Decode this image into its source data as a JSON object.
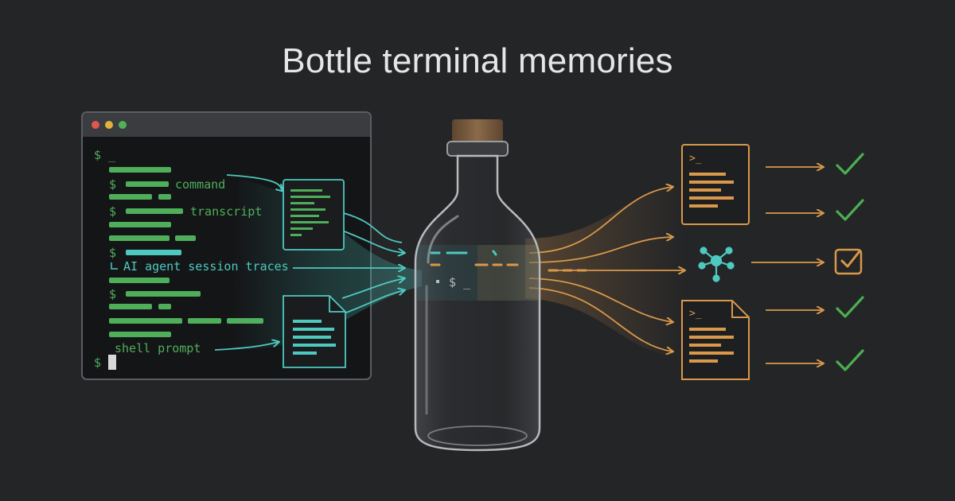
{
  "header": {
    "title": "Bottle terminal memories"
  },
  "terminal": {
    "prompt_symbol": "$",
    "cursor_line": "$ _",
    "labels": {
      "command": "command",
      "transcript": "transcript",
      "traces": "AI agent session traces",
      "shell": "shell prompt"
    }
  },
  "bottle": {
    "inner_prompt": "$ _"
  },
  "outputs": {
    "doc_prompt": ">_"
  },
  "colors": {
    "background": "#242527",
    "terminal_green": "#4fae5a",
    "teal": "#4ec9c0",
    "orange": "#d9984b",
    "check_green": "#4caf50",
    "cork": "#7a5a3a"
  },
  "icons": [
    "window-dot-red-icon",
    "window-dot-yellow-icon",
    "window-dot-green-icon",
    "transcript-doc-icon",
    "file-doc-icon",
    "bottle-icon",
    "terminal-doc-icon",
    "network-node-icon",
    "checkbox-icon",
    "checkmark-icon"
  ]
}
